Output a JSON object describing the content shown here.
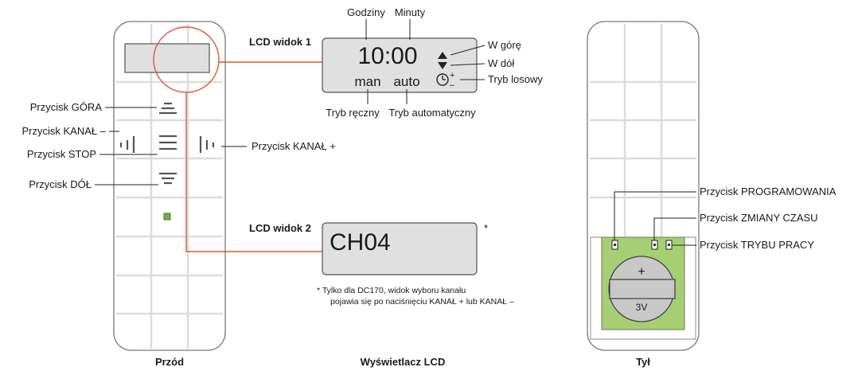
{
  "front": {
    "title": "Przód",
    "labels": {
      "up": "Przycisk GÓRA",
      "channel_minus": "Przycisk KANAŁ –",
      "stop": "Przycisk STOP",
      "down": "Przycisk DÓŁ",
      "channel_plus": "Przycisk KANAŁ +"
    },
    "led_color": "#6ab04c"
  },
  "lcd": {
    "title": "Wyświetlacz LCD",
    "view1": {
      "heading": "LCD widok 1",
      "time": "10:00",
      "hours_label": "Godziny",
      "minutes_label": "Minuty",
      "mode_manual": "man",
      "mode_auto": "auto",
      "manual_label": "Tryb ręczny",
      "auto_label": "Tryb automatyczny",
      "up_label": "W górę",
      "down_label": "W dół",
      "random_label": "Tryb losowy",
      "clock_plus": "+",
      "clock_minus": "–"
    },
    "view2": {
      "heading": "LCD widok 2",
      "text": "CH04",
      "asterisk": "*",
      "footnote_line1": "*   Tylko dla DC170, widok wyboru kanału",
      "footnote_line2": "pojawia się po naciśnięciu KANAŁ + lub KANAŁ –"
    }
  },
  "back": {
    "title": "Tył",
    "labels": {
      "program": "Przycisk PROGRAMOWANIA",
      "time_change": "Przycisk ZMIANY CZASU",
      "work_mode": "Przycisk TRYBU PRACY"
    },
    "battery_plus": "+",
    "battery_voltage": "3V",
    "battery_area_color": "#a6cf74"
  },
  "colors": {
    "accent": "#e2562c",
    "lcd_fill": "#e0e0e0"
  }
}
